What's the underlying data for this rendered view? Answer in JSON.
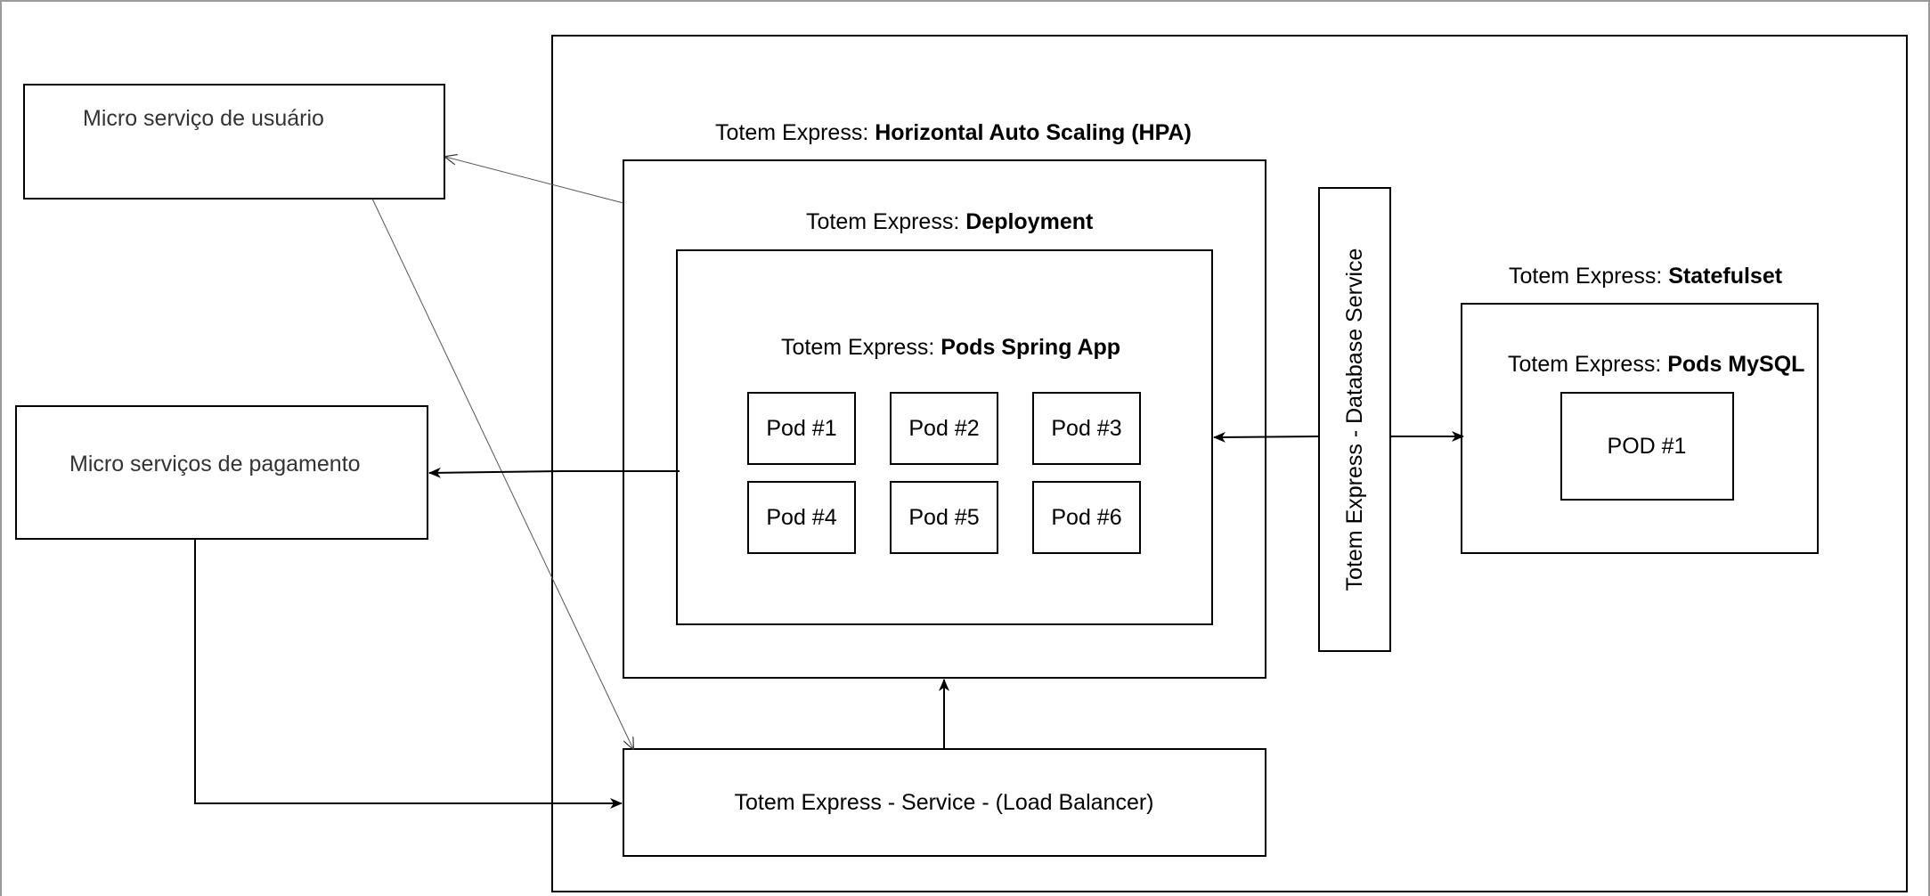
{
  "labels": {
    "user_service": "Micro serviço de usuário",
    "payment_service": "Micro serviços de pagamento",
    "hpa_prefix": "Totem Express: ",
    "hpa_bold": "Horizontal Auto Scaling (HPA)",
    "deployment_prefix": "Totem Express: ",
    "deployment_bold": "Deployment",
    "pods_spring_prefix": "Totem Express: ",
    "pods_spring_bold": "Pods Spring App",
    "statefulset_prefix": "Totem Express: ",
    "statefulset_bold": "Statefulset",
    "pods_mysql_prefix": "Totem Express: ",
    "pods_mysql_bold": "Pods MySQL",
    "database_service": "Totem Express - Database Service",
    "load_balancer": "Totem Express - Service - (Load Balancer)",
    "mysql_pod": "POD #1"
  },
  "spring_pods": [
    "Pod #1",
    "Pod #2",
    "Pod #3",
    "Pod #4",
    "Pod #5",
    "Pod #6"
  ]
}
